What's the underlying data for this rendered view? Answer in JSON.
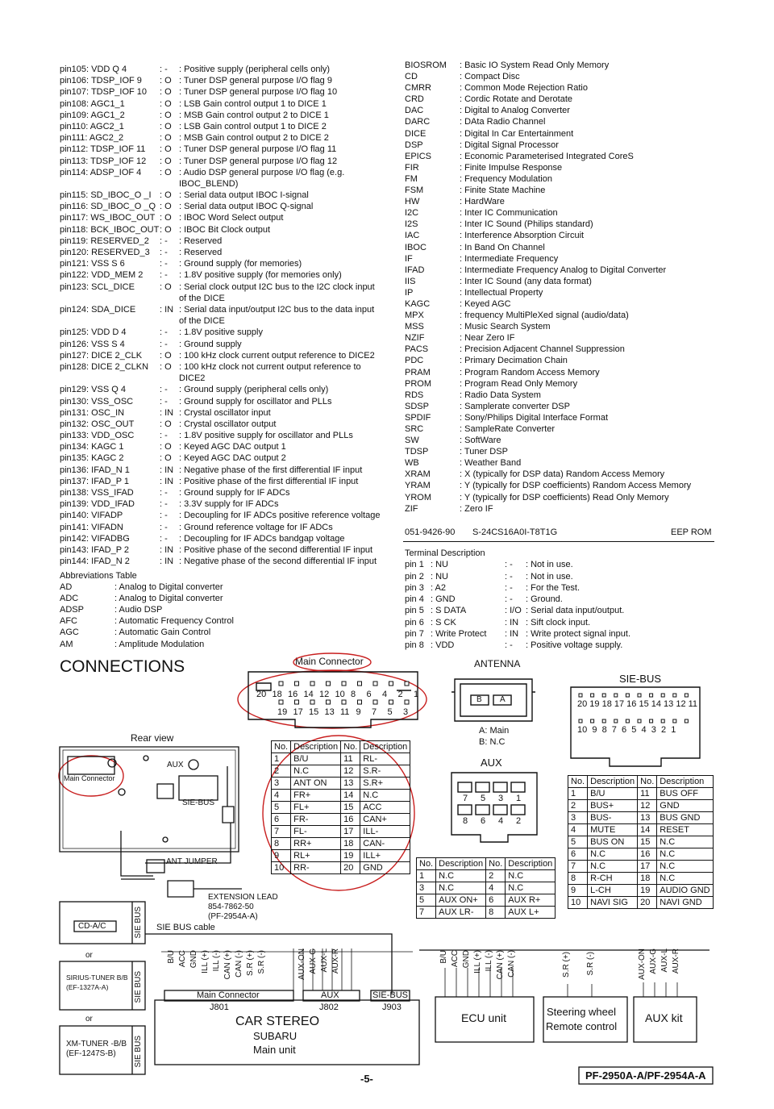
{
  "pin_list": [
    {
      "pin": "pin105: VDD Q 4",
      "io": ": -",
      "desc": ": Positive supply (peripheral cells only)"
    },
    {
      "pin": "pin106: TDSP_IOF 9",
      "io": ": O",
      "desc": ": Tuner DSP general purpose I/O flag 9"
    },
    {
      "pin": "pin107: TDSP_IOF 10",
      "io": ": O",
      "desc": ": Tuner DSP general purpose I/O flag 10"
    },
    {
      "pin": "pin108: AGC1_1",
      "io": ": O",
      "desc": ": LSB Gain control output 1 to DICE 1"
    },
    {
      "pin": "pin109: AGC1_2",
      "io": ": O",
      "desc": ": MSB Gain control output 2 to DICE 1"
    },
    {
      "pin": "pin110: AGC2_1",
      "io": ": O",
      "desc": ": LSB Gain control output 1 to DICE 2"
    },
    {
      "pin": "pin111: AGC2_2",
      "io": ": O",
      "desc": ": MSB Gain control output 2 to DICE 2"
    },
    {
      "pin": "pin112: TDSP_IOF 11",
      "io": ": O",
      "desc": ": Tuner DSP general purpose I/O flag 11"
    },
    {
      "pin": "pin113: TDSP_IOF 12",
      "io": ": O",
      "desc": ": Tuner DSP general purpose I/O flag 12"
    },
    {
      "pin": "pin114: ADSP_IOF 4",
      "io": ": O",
      "desc": ": Audio DSP general purpose I/O flag (e.g. IBOC_BLEND)",
      "two": true
    },
    {
      "pin": "pin115: SD_IBOC_O _I",
      "io": ": O",
      "desc": ": Serial data output IBOC I-signal"
    },
    {
      "pin": "pin116: SD_IBOC_O _Q",
      "io": ": O",
      "desc": ": Serial data output IBOC Q-signal"
    },
    {
      "pin": "pin117: WS_IBOC_OUT",
      "io": ": O",
      "desc": ": IBOC Word Select output"
    },
    {
      "pin": "pin118: BCK_IBOC_OUT",
      "io": ": O",
      "desc": ": IBOC Bit Clock output"
    },
    {
      "pin": "pin119: RESERVED_2",
      "io": ": -",
      "desc": ": Reserved"
    },
    {
      "pin": "pin120: RESERVED_3",
      "io": ": -",
      "desc": ": Reserved"
    },
    {
      "pin": "pin121: VSS S 6",
      "io": ": -",
      "desc": ": Ground supply (for memories)"
    },
    {
      "pin": "pin122: VDD_MEM 2",
      "io": ": -",
      "desc": ": 1.8V positive supply (for memories only)"
    },
    {
      "pin": "pin123: SCL_DICE",
      "io": ": O",
      "desc": ": Serial clock output I2C bus to the I2C clock input of the DICE",
      "two": true
    },
    {
      "pin": "pin124: SDA_DICE",
      "io": ": IN",
      "desc": ": Serial data input/output I2C bus to the data input of the DICE",
      "two": true
    },
    {
      "pin": "pin125: VDD D 4",
      "io": ": -",
      "desc": ": 1.8V positive supply"
    },
    {
      "pin": "pin126: VSS S 4",
      "io": ": -",
      "desc": ": Ground supply"
    },
    {
      "pin": "pin127: DICE 2_CLK",
      "io": ": O",
      "desc": ": 100 kHz clock current output reference to DICE2"
    },
    {
      "pin": "pin128: DICE 2_CLKN",
      "io": ": O",
      "desc": ": 100 kHz clock not current output reference to DICE2",
      "two": true
    },
    {
      "pin": "pin129: VSS Q 4",
      "io": ": -",
      "desc": ": Ground supply (peripheral cells only)"
    },
    {
      "pin": "pin130: VSS_OSC",
      "io": ": -",
      "desc": ": Ground supply for oscillator and PLLs"
    },
    {
      "pin": "pin131: OSC_IN",
      "io": ": IN",
      "desc": ": Crystal oscillator input"
    },
    {
      "pin": "pin132: OSC_OUT",
      "io": ": O",
      "desc": ": Crystal oscillator output"
    },
    {
      "pin": "pin133: VDD_OSC",
      "io": ": -",
      "desc": ": 1.8V positive supply for oscillator and PLLs"
    },
    {
      "pin": "pin134: KAGC 1",
      "io": ": O",
      "desc": ": Keyed AGC DAC output 1"
    },
    {
      "pin": "pin135: KAGC 2",
      "io": ": O",
      "desc": ": Keyed AGC DAC output 2"
    },
    {
      "pin": "pin136: IFAD_N 1",
      "io": ": IN",
      "desc": ": Negative phase of the first differential IF input"
    },
    {
      "pin": "pin137: IFAD_P 1",
      "io": ": IN",
      "desc": ": Positive phase of the first differential IF input"
    },
    {
      "pin": "pin138: VSS_IFAD",
      "io": ": -",
      "desc": ": Ground supply for IF ADCs"
    },
    {
      "pin": "pin139: VDD_IFAD",
      "io": ": -",
      "desc": ": 3.3V supply for IF ADCs"
    },
    {
      "pin": "pin140: VIFADP",
      "io": ": -",
      "desc": ": Decoupling for IF ADCs positive reference voltage"
    },
    {
      "pin": "pin141: VIFADN",
      "io": ": -",
      "desc": ": Ground reference voltage for IF ADCs"
    },
    {
      "pin": "pin142: VIFADBG",
      "io": ": -",
      "desc": ": Decoupling for IF ADCs bandgap voltage"
    },
    {
      "pin": "pin143: IFAD_P 2",
      "io": ": IN",
      "desc": ": Positive phase of the second differential IF input"
    },
    {
      "pin": "pin144: IFAD_N 2",
      "io": ": IN",
      "desc": ": Negative phase of the second differential IF input"
    }
  ],
  "abbreviations_left": {
    "title": "Abbreviations Table",
    "items": [
      {
        "term": "AD",
        "desc": ": Analog to Digital converter"
      },
      {
        "term": "ADC",
        "desc": ": Analog to Digital converter"
      },
      {
        "term": "ADSP",
        "desc": ": Audio DSP"
      },
      {
        "term": "AFC",
        "desc": ": Automatic Frequency Control"
      },
      {
        "term": "AGC",
        "desc": ": Automatic Gain Control"
      },
      {
        "term": "AM",
        "desc": ": Amplitude Modulation"
      }
    ]
  },
  "abbreviations_right": [
    {
      "term": "BIOSROM",
      "desc": ": Basic IO System Read Only Memory"
    },
    {
      "term": "CD",
      "desc": ": Compact Disc"
    },
    {
      "term": "CMRR",
      "desc": ": Common Mode Rejection Ratio"
    },
    {
      "term": "CRD",
      "desc": ": Cordic Rotate and Derotate"
    },
    {
      "term": "DAC",
      "desc": ": Digital to Analog Converter"
    },
    {
      "term": "DARC",
      "desc": ": DAta Radio Channel"
    },
    {
      "term": "DICE",
      "desc": ": Digital In Car Entertainment"
    },
    {
      "term": "DSP",
      "desc": ": Digital Signal Processor"
    },
    {
      "term": "EPICS",
      "desc": ": Economic Parameterised Integrated CoreS"
    },
    {
      "term": "FIR",
      "desc": ": Finite Impulse Response"
    },
    {
      "term": "FM",
      "desc": ": Frequency Modulation"
    },
    {
      "term": "FSM",
      "desc": ": Finite State Machine"
    },
    {
      "term": "HW",
      "desc": ": HardWare"
    },
    {
      "term": "I2C",
      "desc": ": Inter IC Communication"
    },
    {
      "term": "I2S",
      "desc": ": Inter IC Sound (Philips standard)"
    },
    {
      "term": "IAC",
      "desc": ": Interference Absorption Circuit"
    },
    {
      "term": "IBOC",
      "desc": ": In Band On Channel"
    },
    {
      "term": "IF",
      "desc": ": Intermediate Frequency"
    },
    {
      "term": "IFAD",
      "desc": ": Intermediate Frequency Analog to Digital Converter"
    },
    {
      "term": "IIS",
      "desc": ": Inter IC Sound (any data format)"
    },
    {
      "term": "IP",
      "desc": ": Intellectual Property"
    },
    {
      "term": "KAGC",
      "desc": ": Keyed AGC"
    },
    {
      "term": "MPX",
      "desc": ": frequency MultiPleXed signal (audio/data)"
    },
    {
      "term": "MSS",
      "desc": ": Music Search System"
    },
    {
      "term": "NZIF",
      "desc": ": Near Zero IF"
    },
    {
      "term": "PACS",
      "desc": ": Precision Adjacent Channel Suppression"
    },
    {
      "term": "PDC",
      "desc": ": Primary Decimation Chain"
    },
    {
      "term": "PRAM",
      "desc": ": Program Random Access Memory"
    },
    {
      "term": "PROM",
      "desc": ": Program Read Only Memory"
    },
    {
      "term": "RDS",
      "desc": ": Radio Data System"
    },
    {
      "term": "SDSP",
      "desc": ": Samplerate converter DSP"
    },
    {
      "term": "SPDIF",
      "desc": ": Sony/Philips Digital Interface Format"
    },
    {
      "term": "SRC",
      "desc": ": SampleRate Converter"
    },
    {
      "term": "SW",
      "desc": ": SoftWare"
    },
    {
      "term": "TDSP",
      "desc": ": Tuner DSP"
    },
    {
      "term": "WB",
      "desc": ": Weather Band"
    },
    {
      "term": "XRAM",
      "desc": ": X (typically for DSP data) Random Access Memory"
    },
    {
      "term": "YRAM",
      "desc": ": Y (typically for DSP coefficients) Random Access Memory"
    },
    {
      "term": "YROM",
      "desc": ": Y (typically for DSP coefficients) Read Only Memory"
    },
    {
      "term": "ZIF",
      "desc": ": Zero IF"
    }
  ],
  "eeprom": {
    "code": "051-9426-90",
    "part": "S-24CS16A0I-T8T1G",
    "label": "EEP ROM",
    "terminal_title": "Terminal Description",
    "terminals": [
      {
        "pin": "pin 1",
        "name": ": NU",
        "io": ": -",
        "desc": ": Not in use."
      },
      {
        "pin": "pin 2",
        "name": ": NU",
        "io": ": -",
        "desc": ": Not in use."
      },
      {
        "pin": "pin 3",
        "name": ": A2",
        "io": ": -",
        "desc": ": For the Test."
      },
      {
        "pin": "pin 4",
        "name": ": GND",
        "io": ": -",
        "desc": ": Ground."
      },
      {
        "pin": "pin 5",
        "name": ": S DATA",
        "io": ": I/O",
        "desc": ": Serial data input/output."
      },
      {
        "pin": "pin 6",
        "name": ": S CK",
        "io": ": IN",
        "desc": ": Sift clock input."
      },
      {
        "pin": "pin 7",
        "name": ": Write Protect",
        "io": ": IN",
        "desc": ": Write protect signal input."
      },
      {
        "pin": "pin 8",
        "name": ": VDD",
        "io": ": -",
        "desc": ": Positive voltage supply."
      }
    ]
  },
  "connections": {
    "title": "CONNECTIONS",
    "main_connector_label": "Main Connector",
    "main_top_row": [
      "20",
      "18",
      "16",
      "14",
      "12",
      "10",
      "8",
      "6",
      "4",
      "2",
      "1"
    ],
    "main_bottom_row": [
      "19",
      "17",
      "15",
      "13",
      "11",
      "9",
      "7",
      "5",
      "3"
    ],
    "rear_view": "Rear view",
    "rear_main_connector": "Main Connector",
    "rear_aux": "AUX",
    "rear_sie_bus": "SIE-BUS",
    "ant_jumper": "ANT JUMPER",
    "extension_lead": [
      "EXTENSION LEAD",
      "854-7862-50",
      "(PF-2954A-A)"
    ],
    "antenna_title": "ANTENNA",
    "antenna_b": "B",
    "antenna_a": "A",
    "antenna_notes": [
      "A: Main",
      "B: N.C"
    ],
    "aux_title": "AUX",
    "aux_top": [
      "7",
      "5",
      "3",
      "1"
    ],
    "aux_bottom": [
      "8",
      "6",
      "4",
      "2"
    ],
    "sie_title": "SIE-BUS",
    "sie_top": "20 19 18 17 16 15 14 13 12 11",
    "sie_bottom": "10  9  8  7  6  5  4  3  2  1",
    "table_header": {
      "no": "No.",
      "desc": "Description"
    },
    "main_table": [
      [
        "1",
        "B/U",
        "11",
        "RL-"
      ],
      [
        "2",
        "N.C",
        "12",
        "S.R-"
      ],
      [
        "3",
        "ANT ON",
        "13",
        "S.R+"
      ],
      [
        "4",
        "FR+",
        "14",
        "N.C"
      ],
      [
        "5",
        "FL+",
        "15",
        "ACC"
      ],
      [
        "6",
        "FR-",
        "16",
        "CAN+"
      ],
      [
        "7",
        "FL-",
        "17",
        "ILL-"
      ],
      [
        "8",
        "RR+",
        "18",
        "CAN-"
      ],
      [
        "9",
        "RL+",
        "19",
        "ILL+"
      ],
      [
        "10",
        "RR-",
        "20",
        "GND"
      ]
    ],
    "aux_table": [
      [
        "1",
        "N.C",
        "2",
        "N.C"
      ],
      [
        "3",
        "N.C",
        "4",
        "N.C"
      ],
      [
        "5",
        "AUX ON+",
        "6",
        "AUX R+"
      ],
      [
        "7",
        "AUX LR-",
        "8",
        "AUX L+"
      ]
    ],
    "sie_table": [
      [
        "1",
        "B/U",
        "11",
        "BUS OFF"
      ],
      [
        "2",
        "BUS+",
        "12",
        "GND"
      ],
      [
        "3",
        "BUS-",
        "13",
        "BUS GND"
      ],
      [
        "4",
        "MUTE",
        "14",
        "RESET"
      ],
      [
        "5",
        "BUS ON",
        "15",
        "N.C"
      ],
      [
        "6",
        "N.C",
        "16",
        "N.C"
      ],
      [
        "7",
        "N.C",
        "17",
        "N.C"
      ],
      [
        "8",
        "R-CH",
        "18",
        "N.C"
      ],
      [
        "9",
        "L-CH",
        "19",
        "AUDIO GND"
      ],
      [
        "10",
        "NAVI SIG",
        "20",
        "NAVI GND"
      ]
    ]
  },
  "block": {
    "cd_ac": "CD-A/C",
    "sie_bus_vert": "SIE BUS",
    "sie_bus_cable": "SIE BUS cable",
    "or": "or",
    "sirius": [
      "SIRIUS-TUNER B/B",
      "(EF-1327A-A)"
    ],
    "xm": [
      "XM-TUNER -B/B",
      "(EF-1247S-B)"
    ],
    "stereo_wires": [
      "B/U",
      "ACC",
      "GND",
      "ILL (+)",
      "ILL (-)",
      "CAN (+)",
      "CAN (-)",
      "S.R (+)",
      "S.R (-)"
    ],
    "aux_wires": [
      "AUX-ON",
      "AUX-G",
      "AUX-L",
      "AUX-R"
    ],
    "ecu_wires": [
      "B/U",
      "ACC",
      "GND",
      "ILL (+)",
      "ILL (-)",
      "CAN (+)",
      "CAN (-)"
    ],
    "sw_wires": [
      "S.R (+)",
      "S.R (-)"
    ],
    "auxkit_wires": [
      "AUX-ON",
      "AUX-G",
      "AUX-L",
      "AUX-R"
    ],
    "main_connector": "Main Connector",
    "aux": "AUX",
    "sie_bus": "SIE-BUS",
    "j801": "J801",
    "j802": "J802",
    "j903": "J903",
    "stereo": [
      "CAR STEREO",
      "SUBARU",
      "Main unit"
    ],
    "ecu": "ECU unit",
    "steering": [
      "Steering wheel",
      "Remote control"
    ],
    "auxkit": "AUX kit"
  },
  "footer": {
    "page": "-5-",
    "model": "PF-2950A-A/PF-2954A-A"
  }
}
